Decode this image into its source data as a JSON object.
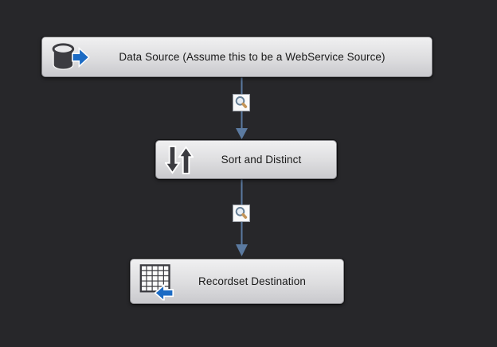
{
  "window": {
    "background": "#27272a"
  },
  "diagram": {
    "type": "dataflow",
    "nodes": [
      {
        "id": "data-source",
        "label": "Data Source (Assume this to be a WebService Source)",
        "icon": "database-source-icon"
      },
      {
        "id": "sort-and-distinct",
        "label": "Sort and Distinct",
        "icon": "sort-arrows-icon"
      },
      {
        "id": "recordset-destination",
        "label": "Recordset Destination",
        "icon": "recordset-grid-icon"
      }
    ],
    "connectors": [
      {
        "from": "data-source",
        "to": "sort-and-distinct",
        "badge": "data-viewer-magnifier-icon"
      },
      {
        "from": "sort-and-distinct",
        "to": "recordset-destination",
        "badge": "data-viewer-magnifier-icon"
      }
    ],
    "colors": {
      "background": "#27272a",
      "node_fill_top": "#f0f0f1",
      "node_fill_bottom": "#c9c9cd",
      "node_border": "#86868a",
      "node_text": "#1a1a1a",
      "connector_line": "#5b7aa0",
      "icon_blue": "#1c6bc4",
      "icon_dark": "#3c3c41",
      "magnifier_ring": "#667f96",
      "magnifier_handle": "#c49558"
    }
  }
}
